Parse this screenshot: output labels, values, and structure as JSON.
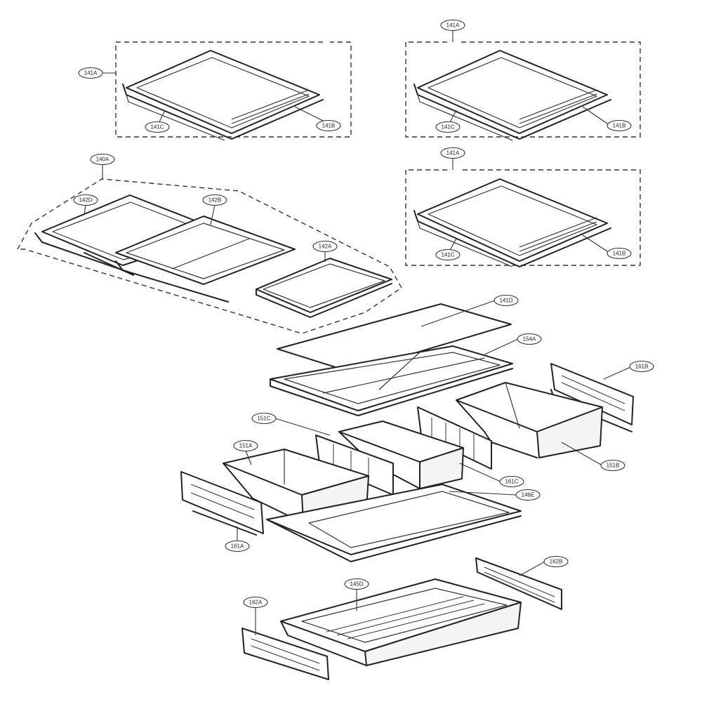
{
  "callouts": {
    "c141A_1": "141A",
    "c141B_1": "141B",
    "c141C_1": "141C",
    "c141A_2": "141A",
    "c141B_2": "141B",
    "c141C_2": "141C",
    "c141A_3": "141A",
    "c141B_3": "141B",
    "c141C_3": "141C",
    "c140A": "140A",
    "c142D": "142D",
    "c142B": "142B",
    "c142A": "142A",
    "c141D": "141D",
    "c154A": "154A",
    "c161B": "161B",
    "c151C": "151C",
    "c151A": "151A",
    "c151B": "151B",
    "c161C": "161C",
    "c146E": "146E",
    "c161A": "161A",
    "c162B": "162B",
    "c145D": "145D",
    "c162A": "162A"
  },
  "colors": {
    "line": "#222222",
    "background": "#ffffff"
  }
}
